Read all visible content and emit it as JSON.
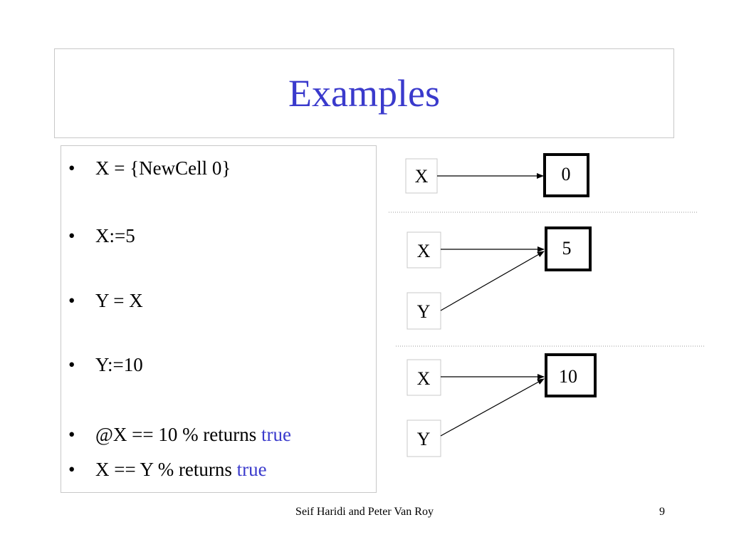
{
  "slide": {
    "title": "Examples",
    "bullets": [
      {
        "marker": "•",
        "text": "X = {NewCell 0}",
        "keyword": ""
      },
      {
        "marker": "•",
        "text": "X:=5",
        "keyword": ""
      },
      {
        "marker": "•",
        "text": "Y = X",
        "keyword": ""
      },
      {
        "marker": "•",
        "text": "Y:=10",
        "keyword": ""
      },
      {
        "marker": "•",
        "text": "@X == 10  % returns ",
        "keyword": "true"
      },
      {
        "marker": "•",
        "text": "X == Y   % returns ",
        "keyword": "true"
      }
    ],
    "diagrams": [
      {
        "vars": [
          "X"
        ],
        "cell_value": "0"
      },
      {
        "vars": [
          "X",
          "Y"
        ],
        "cell_value": "5"
      },
      {
        "vars": [
          "X",
          "Y"
        ],
        "cell_value": "10"
      }
    ],
    "footer": "Seif Haridi and Peter Van Roy",
    "page_number": "9",
    "colors": {
      "title": "#3a3acc",
      "keyword": "#3a3acc",
      "border": "#c8c8c8"
    }
  }
}
